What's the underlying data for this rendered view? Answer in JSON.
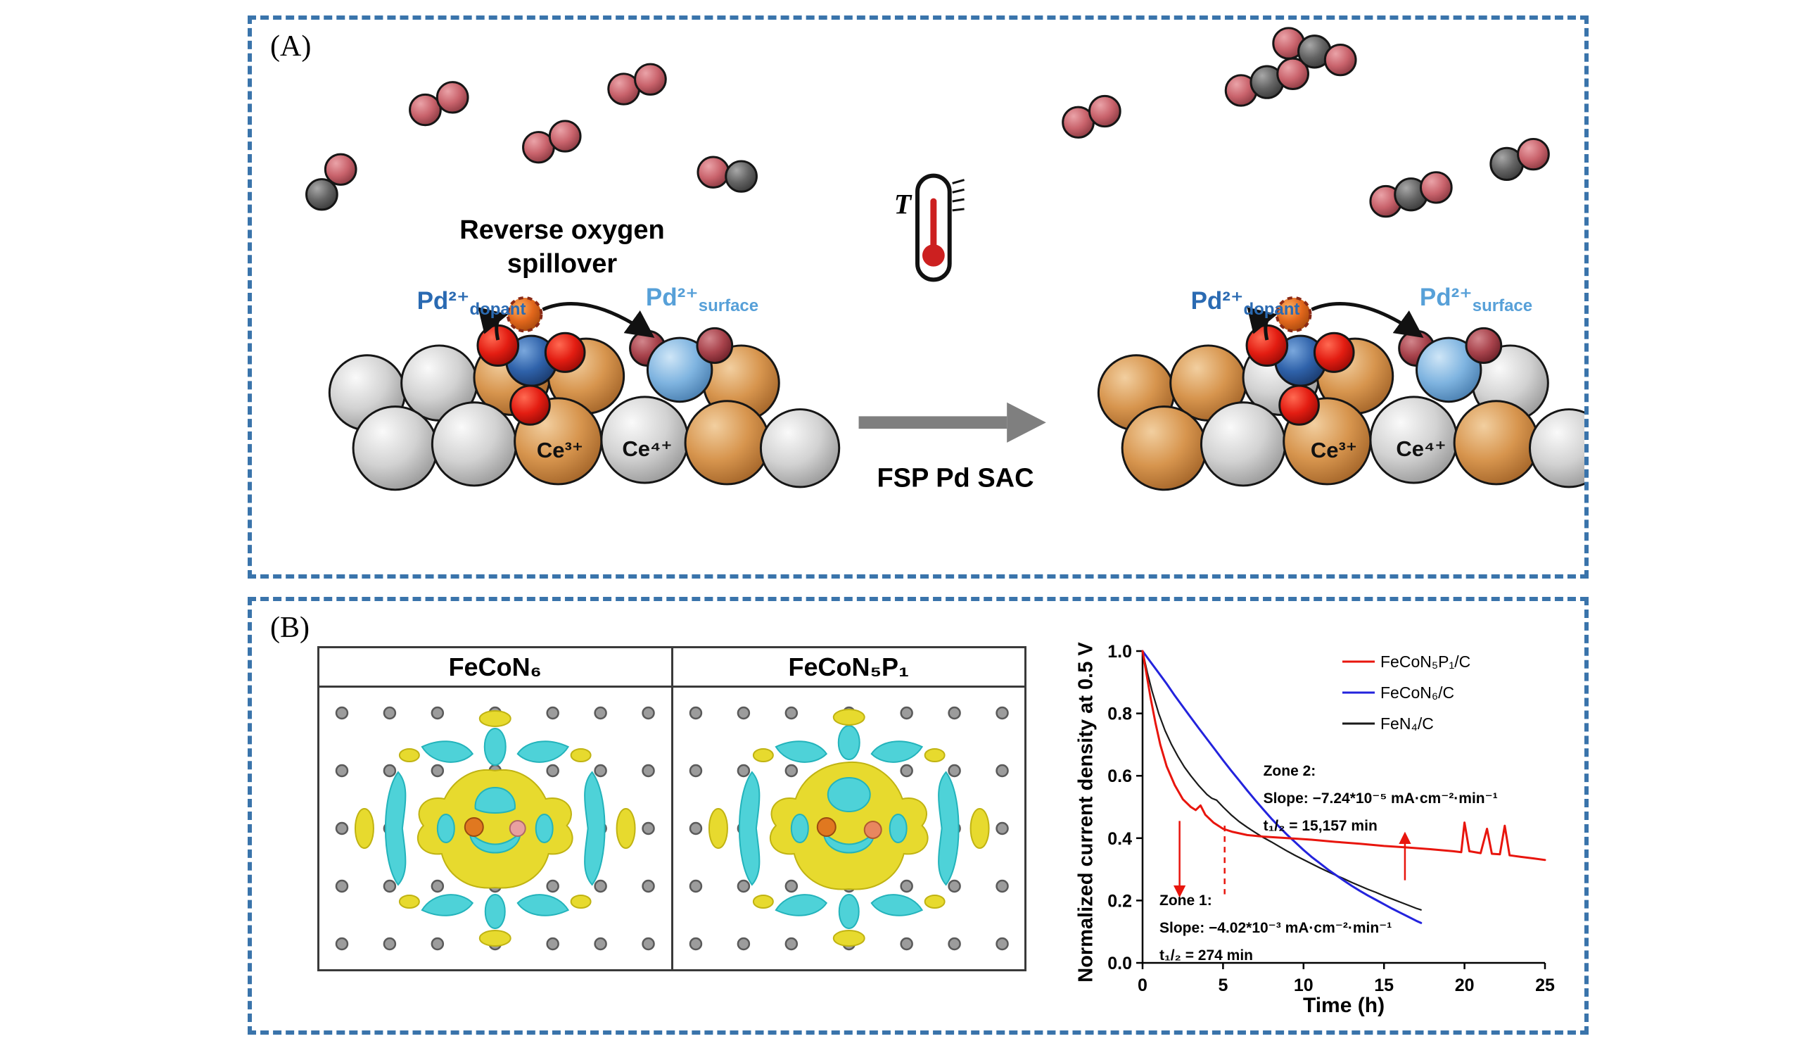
{
  "colors": {
    "page_background": "#ffffff",
    "panel_border": "#3a74ab",
    "pd_dopant_text": "#2a6ab2",
    "pd_surface_text": "#57a0d8",
    "iso_yellow": "#e7da2e",
    "iso_cyan": "#4ed2d8",
    "annotation_red": "#e8150d"
  },
  "panelA": {
    "label": "(A)",
    "caption_line1": "Reverse oxygen",
    "caption_line2": "spillover",
    "pd_dopant_base": "Pd²⁺",
    "pd_dopant_sub": "dopant",
    "pd_surface_base": "Pd²⁺",
    "pd_surface_sub": "surface",
    "ce3_label": "Ce³⁺",
    "ce4_label": "Ce⁴⁺",
    "temperature_symbol": "T",
    "process_label": "FSP Pd SAC"
  },
  "panelB": {
    "label": "(B)",
    "dft_left_title": "FeCoN₆",
    "dft_right_title": "FeCoN₅P₁"
  },
  "chart_data": {
    "type": "line",
    "title": "",
    "xlabel": "Time (h)",
    "ylabel": "Normalized current density at 0.5 V",
    "xlim": [
      0,
      25
    ],
    "ylim": [
      0.0,
      1.0
    ],
    "xticks": [
      0,
      5,
      10,
      15,
      20,
      25
    ],
    "yticks": [
      0.0,
      0.2,
      0.4,
      0.6,
      0.8,
      1.0
    ],
    "grid": false,
    "legend_position": "top-right",
    "series": [
      {
        "name": "FeCoN₅P₁/C",
        "color": "#e8150d",
        "stroke_width": 3,
        "points": [
          [
            0,
            1.0
          ],
          [
            0.2,
            0.94
          ],
          [
            0.5,
            0.85
          ],
          [
            0.8,
            0.77
          ],
          [
            1.1,
            0.7
          ],
          [
            1.5,
            0.63
          ],
          [
            2,
            0.57
          ],
          [
            2.5,
            0.525
          ],
          [
            3,
            0.5
          ],
          [
            3.3,
            0.49
          ],
          [
            3.6,
            0.505
          ],
          [
            3.9,
            0.475
          ],
          [
            4.4,
            0.45
          ],
          [
            5,
            0.43
          ],
          [
            5.6,
            0.42
          ],
          [
            6.5,
            0.41
          ],
          [
            7.5,
            0.405
          ],
          [
            9,
            0.4
          ],
          [
            10.5,
            0.395
          ],
          [
            12,
            0.388
          ],
          [
            13.5,
            0.382
          ],
          [
            15,
            0.375
          ],
          [
            16.5,
            0.37
          ],
          [
            18,
            0.364
          ],
          [
            19.3,
            0.358
          ],
          [
            19.8,
            0.355
          ],
          [
            20,
            0.45
          ],
          [
            20.3,
            0.358
          ],
          [
            21,
            0.352
          ],
          [
            21.4,
            0.43
          ],
          [
            21.7,
            0.35
          ],
          [
            22.2,
            0.348
          ],
          [
            22.5,
            0.44
          ],
          [
            22.8,
            0.345
          ],
          [
            23.5,
            0.34
          ],
          [
            24.3,
            0.335
          ],
          [
            25,
            0.33
          ]
        ]
      },
      {
        "name": "FeCoN₆/C",
        "color": "#2323dd",
        "stroke_width": 3,
        "points": [
          [
            0,
            1.0
          ],
          [
            0.5,
            0.965
          ],
          [
            1,
            0.93
          ],
          [
            1.5,
            0.895
          ],
          [
            2,
            0.857
          ],
          [
            2.5,
            0.822
          ],
          [
            3,
            0.787
          ],
          [
            3.5,
            0.752
          ],
          [
            4,
            0.718
          ],
          [
            4.5,
            0.684
          ],
          [
            5,
            0.65
          ],
          [
            5.5,
            0.617
          ],
          [
            6,
            0.585
          ],
          [
            6.5,
            0.553
          ],
          [
            7,
            0.522
          ],
          [
            7.5,
            0.492
          ],
          [
            8,
            0.463
          ],
          [
            8.5,
            0.436
          ],
          [
            9,
            0.41
          ],
          [
            9.5,
            0.386
          ],
          [
            10,
            0.362
          ],
          [
            10.5,
            0.34
          ],
          [
            11,
            0.32
          ],
          [
            11.5,
            0.3
          ],
          [
            12,
            0.282
          ],
          [
            12.5,
            0.264
          ],
          [
            13,
            0.247
          ],
          [
            13.5,
            0.231
          ],
          [
            14,
            0.216
          ],
          [
            14.5,
            0.202
          ],
          [
            15,
            0.188
          ],
          [
            15.5,
            0.174
          ],
          [
            16,
            0.161
          ],
          [
            16.5,
            0.148
          ],
          [
            17,
            0.135
          ],
          [
            17.3,
            0.128
          ]
        ]
      },
      {
        "name": "FeN₄/C",
        "color": "#1a1a1a",
        "stroke_width": 2.2,
        "points": [
          [
            0,
            1.0
          ],
          [
            0.3,
            0.93
          ],
          [
            0.6,
            0.87
          ],
          [
            1,
            0.8
          ],
          [
            1.4,
            0.745
          ],
          [
            1.8,
            0.7
          ],
          [
            2.2,
            0.662
          ],
          [
            2.6,
            0.628
          ],
          [
            3,
            0.6
          ],
          [
            3.5,
            0.568
          ],
          [
            4,
            0.54
          ],
          [
            4.3,
            0.528
          ],
          [
            4.6,
            0.522
          ],
          [
            5,
            0.5
          ],
          [
            5.5,
            0.475
          ],
          [
            6,
            0.453
          ],
          [
            6.5,
            0.435
          ],
          [
            7,
            0.418
          ],
          [
            7.5,
            0.402
          ],
          [
            8,
            0.388
          ],
          [
            8.5,
            0.373
          ],
          [
            9,
            0.358
          ],
          [
            9.5,
            0.344
          ],
          [
            10,
            0.331
          ],
          [
            10.5,
            0.318
          ],
          [
            11,
            0.305
          ],
          [
            11.5,
            0.293
          ],
          [
            12,
            0.281
          ],
          [
            12.5,
            0.27
          ],
          [
            13,
            0.258
          ],
          [
            13.5,
            0.247
          ],
          [
            14,
            0.236
          ],
          [
            14.5,
            0.226
          ],
          [
            15,
            0.215
          ],
          [
            15.5,
            0.205
          ],
          [
            16,
            0.195
          ],
          [
            16.5,
            0.185
          ],
          [
            17,
            0.175
          ],
          [
            17.3,
            0.17
          ]
        ]
      }
    ],
    "annotations": {
      "zone2": {
        "t": 7.5,
        "v": 0.6,
        "lines": [
          "Zone 2:",
          "Slope: −7.24*10⁻⁵ mA·cm⁻²·min⁻¹",
          "t₁/₂ = 15,157 min"
        ]
      },
      "zone1": {
        "t": 1.05,
        "v": 0.185,
        "lines": [
          "Zone 1:",
          "Slope: −4.02*10⁻³ mA·cm⁻²·min⁻¹",
          "t₁/₂ = 274 min"
        ]
      },
      "arrows": [
        {
          "x": 2.3,
          "y1": 0.455,
          "y2": 0.215,
          "color": "#e8150d"
        },
        {
          "x": 5.1,
          "y1": 0.44,
          "y2": 0.22,
          "color": "#e8150d",
          "style": "dashed"
        },
        {
          "x": 16.3,
          "y1": 0.265,
          "y2": 0.415,
          "color": "#e8150d"
        }
      ]
    }
  }
}
